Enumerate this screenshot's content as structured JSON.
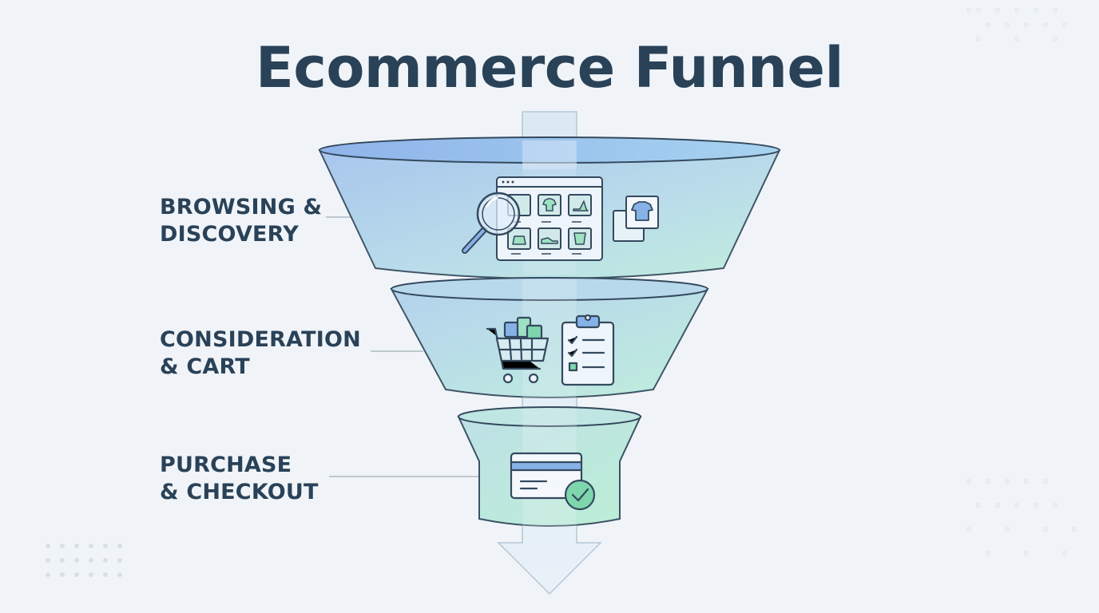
{
  "title": "Ecommerce Funnel",
  "stages": [
    {
      "label_line1": "BROWSING &",
      "label_line2": "DISCOVERY"
    },
    {
      "label_line1": "CONSIDERATION",
      "label_line2": "& CART"
    },
    {
      "label_line1": "PURCHASE",
      "label_line2": "& CHECKOUT"
    }
  ],
  "icons": {
    "stage1": [
      "magnifier-icon",
      "product-grid-icon",
      "tshirt-cards-icon"
    ],
    "stage2": [
      "shopping-cart-icon",
      "checklist-clipboard-icon"
    ],
    "stage3": [
      "credit-card-check-icon"
    ]
  },
  "colors": {
    "background": "#f0f4f8",
    "title_text": "#2a4258",
    "label_text": "#2a4258",
    "funnel_blue": "#a9c8ee",
    "funnel_green": "#b6ecd6",
    "outline": "#34495e",
    "accent_green": "#7ed6ad",
    "accent_blue": "#86b2e8"
  }
}
